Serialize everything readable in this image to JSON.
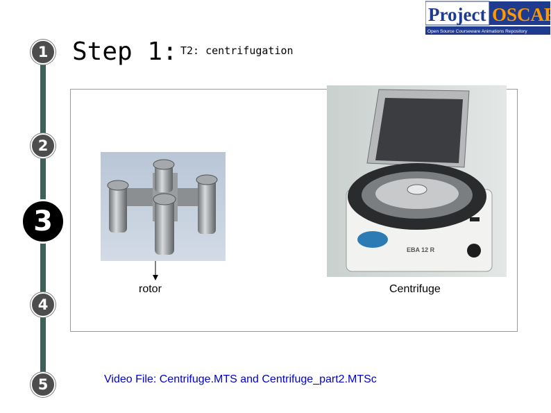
{
  "logo": {
    "word1": "Project",
    "word2": "OSCAR",
    "tagline": "Open Source Courseware Animations Repository",
    "colors": {
      "primary": "#1f3b8f",
      "accent": "#ff9900"
    }
  },
  "steps": [
    {
      "number": "1",
      "active": false
    },
    {
      "number": "2",
      "active": false
    },
    {
      "number": "3",
      "active": true
    },
    {
      "number": "4",
      "active": false
    },
    {
      "number": "5",
      "active": false
    }
  ],
  "header": {
    "title": "Step 1:",
    "subtitle": "T2: centrifugation"
  },
  "images": {
    "rotor_label": "rotor",
    "centrifuge_label": "Centrifuge",
    "centrifuge_brand": "EBA 12 R"
  },
  "footer": {
    "video_text": "Video File: Centrifuge.MTS and Centrifuge_part2.MTSc",
    "color": "#0000cc"
  }
}
